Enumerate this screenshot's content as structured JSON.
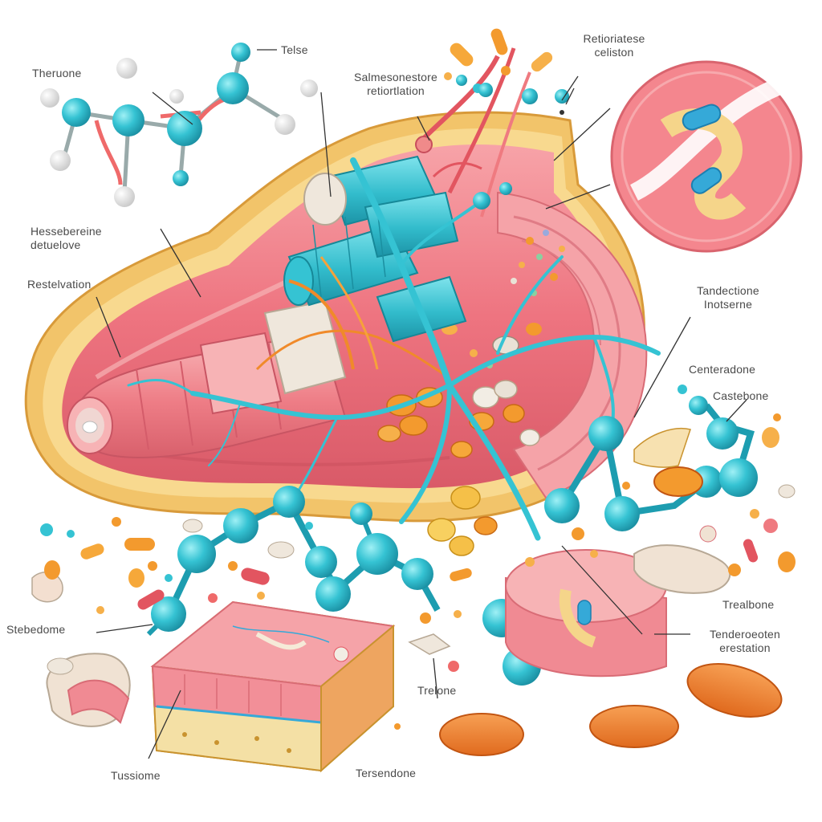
{
  "labels": {
    "therusone": "Theruone",
    "telse": "Telse",
    "salmesone_1": "Salmesonestore",
    "salmesone_2": "retiortlation",
    "retioriate_1": "Retioriatese",
    "retioriate_2": "celiston",
    "hesse_1": "Hessebereine",
    "hesse_2": "detuelove",
    "restlelation": "Restelvation",
    "tande_1": "Tandectione",
    "tande_2": "Inotserne",
    "centeradone": "Centeradone",
    "castebone": "Castebone",
    "stebedome": "Stebedome",
    "trealbone": "Trealbone",
    "tendero_1": "Tenderoeoten",
    "tendero_2": "erestation",
    "trelone": "Trelone",
    "tussiome": "Tussiome",
    "tersendone": "Tersendone"
  },
  "colors": {
    "muscle": "#f07f8a",
    "muscle_light": "#f7b3b5",
    "fat": "#f2c46a",
    "molecule": "#35c3d3",
    "molecule_dark": "#1d9db0",
    "orange": "#f08a2a",
    "bone": "#efe7dc"
  }
}
